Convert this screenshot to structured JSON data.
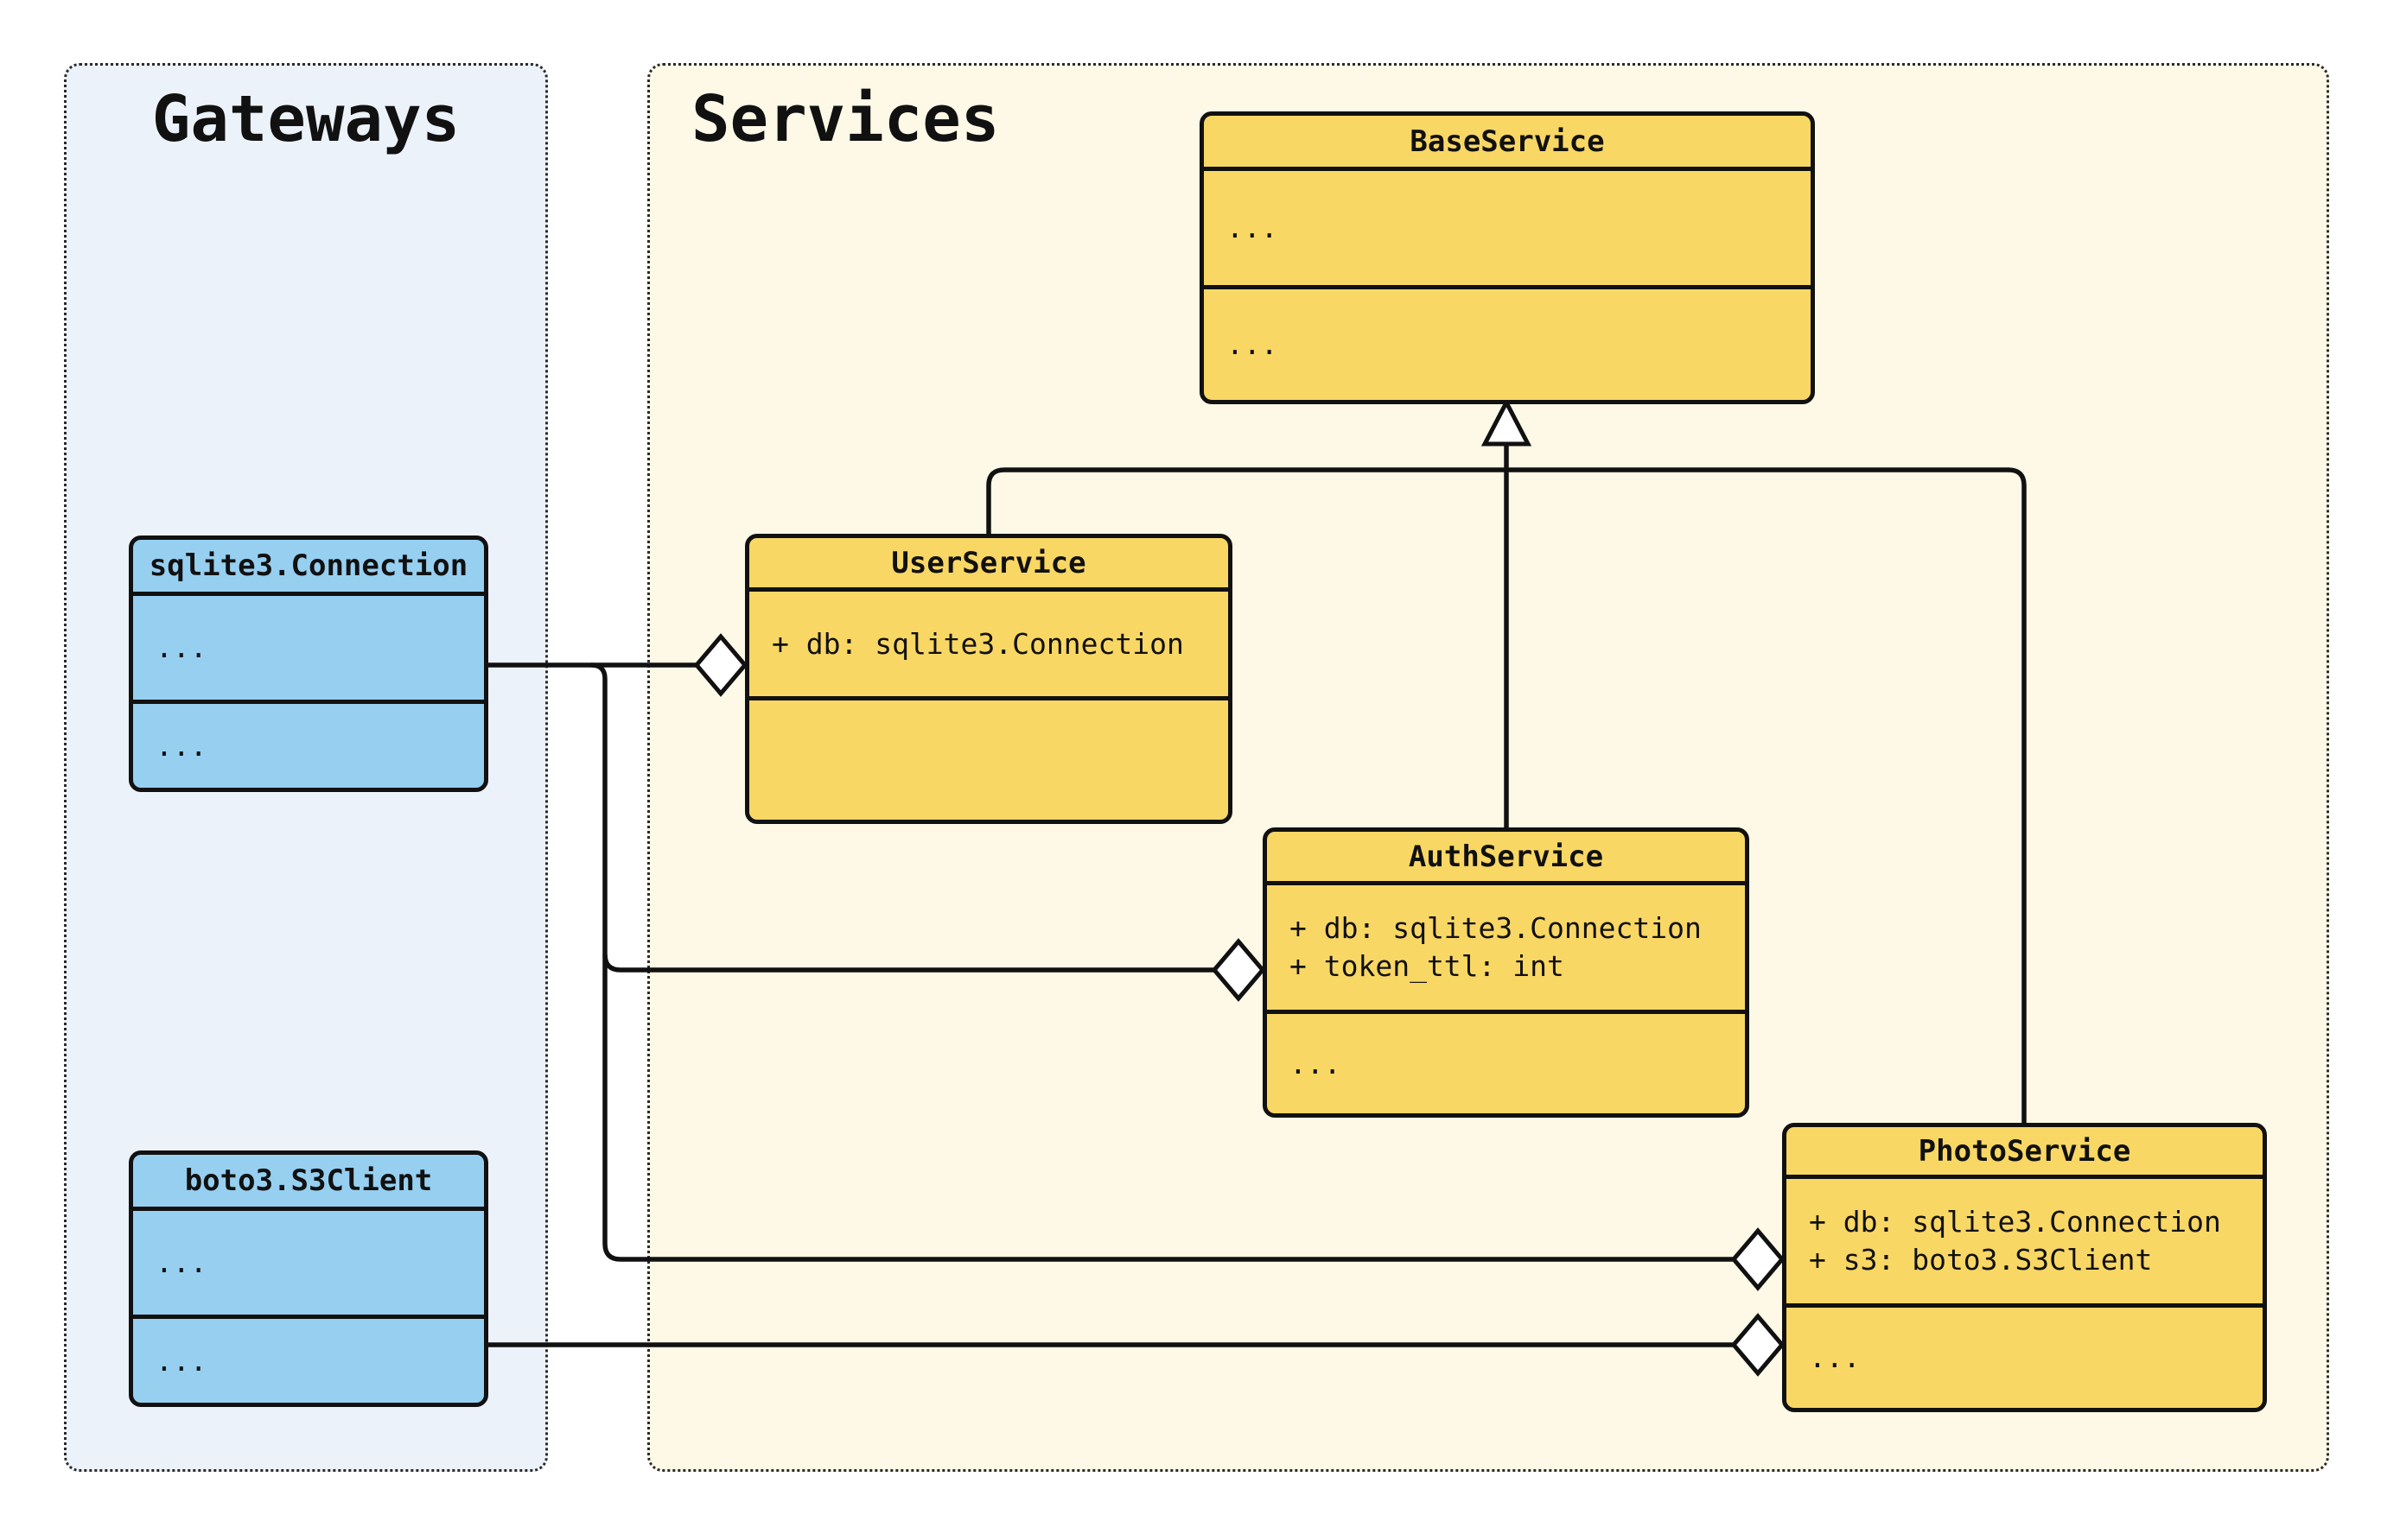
{
  "diagram": {
    "groups": {
      "gateways": {
        "title": "Gateways",
        "classes": {
          "sqlite3_connection": {
            "name": "sqlite3.Connection",
            "attributes": [
              "..."
            ],
            "methods": [
              "..."
            ]
          },
          "boto3_s3client": {
            "name": "boto3.S3Client",
            "attributes": [
              "..."
            ],
            "methods": [
              "..."
            ]
          }
        }
      },
      "services": {
        "title": "Services",
        "classes": {
          "base_service": {
            "name": "BaseService",
            "attributes": [
              "..."
            ],
            "methods": [
              "..."
            ]
          },
          "user_service": {
            "name": "UserService",
            "attributes": [
              "+ db: sqlite3.Connection"
            ],
            "methods": []
          },
          "auth_service": {
            "name": "AuthService",
            "attributes": [
              "+ db: sqlite3.Connection",
              "+ token_ttl: int"
            ],
            "methods": [
              "..."
            ]
          },
          "photo_service": {
            "name": "PhotoService",
            "attributes": [
              "+ db: sqlite3.Connection",
              "+ s3: boto3.S3Client"
            ],
            "methods": [
              "..."
            ]
          }
        }
      }
    },
    "edges": [
      {
        "type": "inheritance",
        "from": "UserService",
        "to": "BaseService",
        "marker": "hollow-triangle"
      },
      {
        "type": "inheritance",
        "from": "AuthService",
        "to": "BaseService",
        "marker": "hollow-triangle"
      },
      {
        "type": "inheritance",
        "from": "PhotoService",
        "to": "BaseService",
        "marker": "hollow-triangle"
      },
      {
        "type": "aggregation",
        "from": "sqlite3.Connection",
        "to": "UserService",
        "marker": "hollow-diamond"
      },
      {
        "type": "aggregation",
        "from": "sqlite3.Connection",
        "to": "AuthService",
        "marker": "hollow-diamond"
      },
      {
        "type": "aggregation",
        "from": "sqlite3.Connection",
        "to": "PhotoService",
        "marker": "hollow-diamond"
      },
      {
        "type": "aggregation",
        "from": "boto3.S3Client",
        "to": "PhotoService",
        "marker": "hollow-diamond"
      }
    ],
    "colors": {
      "service_fill": "#F9D765",
      "gateway_fill": "#97CFF1",
      "services_panel_bg": "#FEF8E7",
      "gateways_panel_bg": "#ECF2FA",
      "stroke": "#111111",
      "panel_border": "#2a2a2a",
      "text": "#111111"
    }
  }
}
